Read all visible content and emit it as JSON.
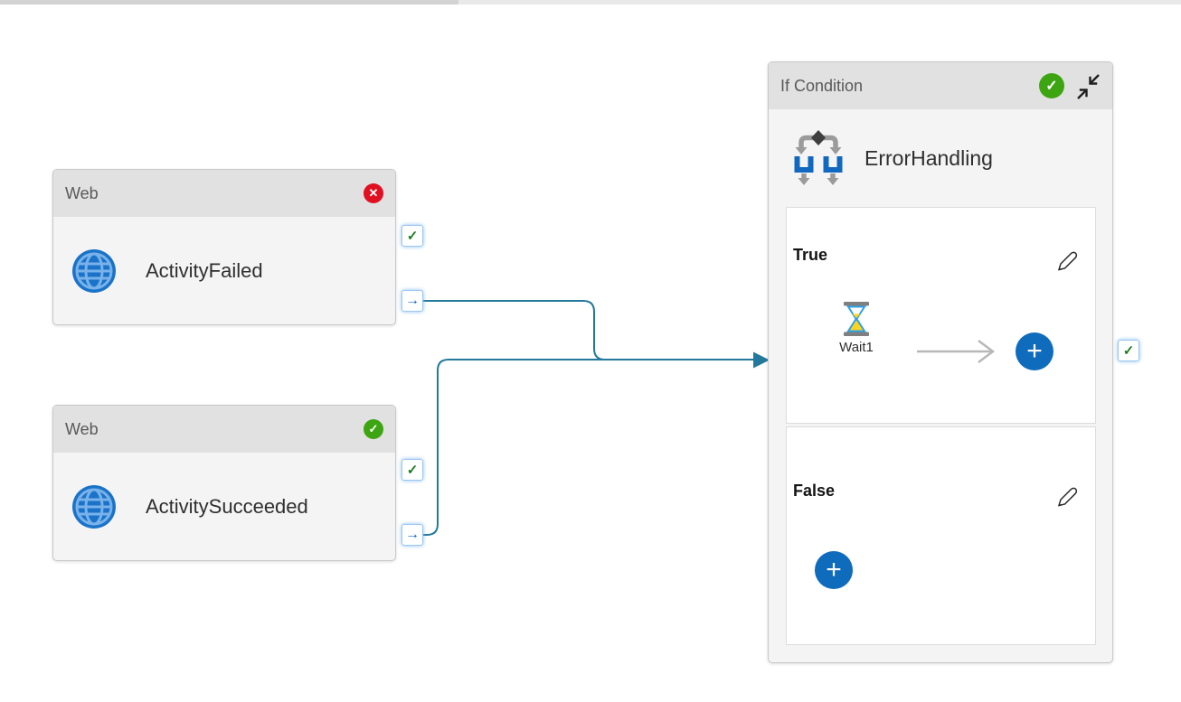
{
  "icons": {
    "check": "✓",
    "x_mark": "✕",
    "arrow_right": "→",
    "plus": "+"
  },
  "colors": {
    "connector_line": "#22799c",
    "success_green": "#3ea512",
    "error_red": "#e11021",
    "port_check_green": "#1d7d1d",
    "port_arrow_blue": "#0f67c0",
    "add_button_blue": "#0f6cbd",
    "node_header_bg": "#e1e1e1",
    "node_body_bg": "#f4f4f4"
  },
  "nodes": {
    "activity_failed": {
      "type_label": "Web",
      "name": "ActivityFailed",
      "status": "failed"
    },
    "activity_succeeded": {
      "type_label": "Web",
      "name": "ActivitySucceeded",
      "status": "succeeded"
    },
    "error_handling": {
      "type_label": "If Condition",
      "name": "ErrorHandling",
      "status": "succeeded",
      "true_branch": {
        "label": "True",
        "activities": [
          {
            "name": "Wait1",
            "type": "Wait"
          }
        ]
      },
      "false_branch": {
        "label": "False",
        "activities": []
      }
    }
  }
}
